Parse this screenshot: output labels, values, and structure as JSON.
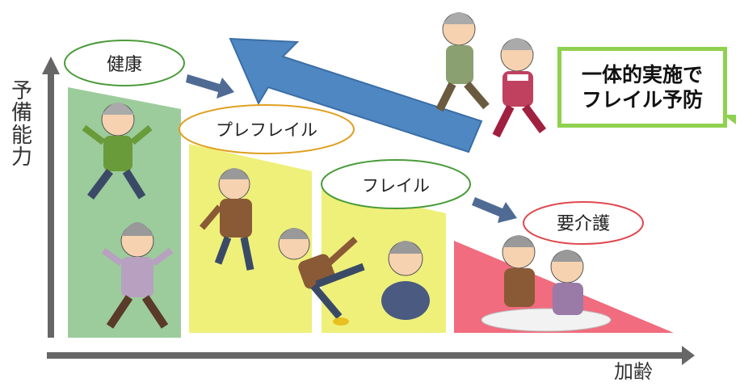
{
  "stages": [
    {
      "label": "健康",
      "color": "#9ccc9c",
      "ring": "#4a9b3a"
    },
    {
      "label": "プレフレイル",
      "color": "#eef07a",
      "ring": "#e0a020"
    },
    {
      "label": "フレイル",
      "color": "#eef07a",
      "ring": "#4a9b3a"
    },
    {
      "label": "要介護",
      "color": "#f06c7e",
      "ring": "#e0484e"
    }
  ],
  "axes": {
    "y_label": [
      "予",
      "備",
      "能",
      "力"
    ],
    "x_label": "加齢"
  },
  "callout": {
    "line1": "一体的実施で",
    "line2": "フレイル予防"
  },
  "colors": {
    "big_arrow": "#4f87c3",
    "small_arrow": "#4f6b94",
    "axis": "#666666"
  },
  "icons": [
    "healthy-man-icon",
    "healthy-woman-icon",
    "prefrail-man-icon",
    "falling-man-icon",
    "frail-woman-icon",
    "caregiver-couple-icon",
    "walking-man-icon",
    "walking-woman-icon"
  ]
}
